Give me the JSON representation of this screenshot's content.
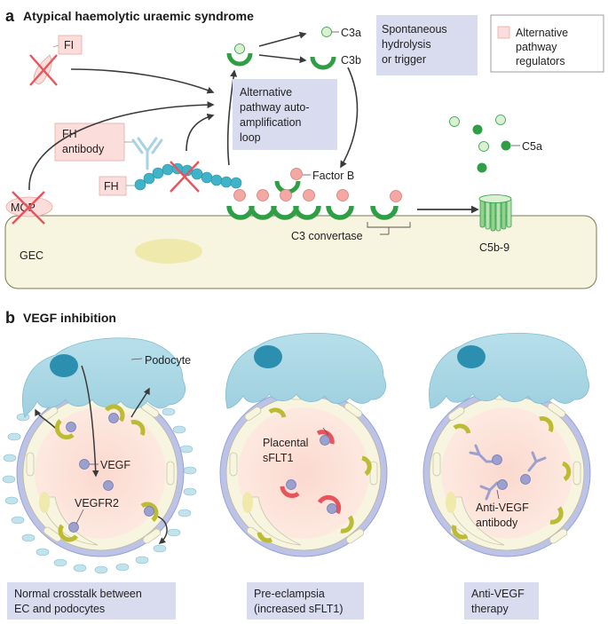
{
  "panel_a": {
    "letter": "a",
    "title": "Atypical haemolytic uraemic syndrome",
    "legend": {
      "line1": "Alternative",
      "line2": "pathway",
      "line3": "regulators"
    },
    "labels": {
      "fi": "FI",
      "fh_antibody_1": "FH",
      "fh_antibody_2": "antibody",
      "fh": "FH",
      "mcp": "MCP",
      "c3a": "C3a",
      "c3b": "C3b",
      "spontaneous_1": "Spontaneous",
      "spontaneous_2": "hydrolysis",
      "spontaneous_3": "or trigger",
      "loop_1": "Alternative",
      "loop_2": "pathway auto-",
      "loop_3": "amplification",
      "loop_4": "loop",
      "factor_b": "Factor B",
      "c5a": "C5a",
      "c3_convertase": "C3 convertase",
      "c5b9": "C5b-9",
      "gec": "GEC"
    }
  },
  "panel_b": {
    "letter": "b",
    "title": "VEGF inhibition",
    "labels": {
      "podocyte": "Podocyte",
      "vegf": "VEGF",
      "vegfr2": "VEGFR2",
      "placental_1": "Placental",
      "placental_2": "sFLT1",
      "antivegf_1": "Anti-VEGF",
      "antivegf_2": "antibody"
    },
    "captions": [
      {
        "line1": "Normal crosstalk between",
        "line2": "EC and podocytes"
      },
      {
        "line1": "Pre-eclampsia",
        "line2": "(increased sFLT1)"
      },
      {
        "line1": "Anti-VEGF",
        "line2": "therapy"
      }
    ]
  },
  "colors": {
    "green_dark": "#2f9e45",
    "green_light": "#d9f0d3",
    "factor_b": "#f4a8a3",
    "fh_bead": "#3fb3c8",
    "cell_fill": "#f7f4df",
    "regulator_box": "#fbdedb",
    "callout_box": "#d9dcef",
    "podocyte": "#a8d6e4",
    "vegfr2": "#bcbc34",
    "sflt1": "#e8545c",
    "vegf": "#9ba0cf",
    "cross": "#e8545c"
  }
}
